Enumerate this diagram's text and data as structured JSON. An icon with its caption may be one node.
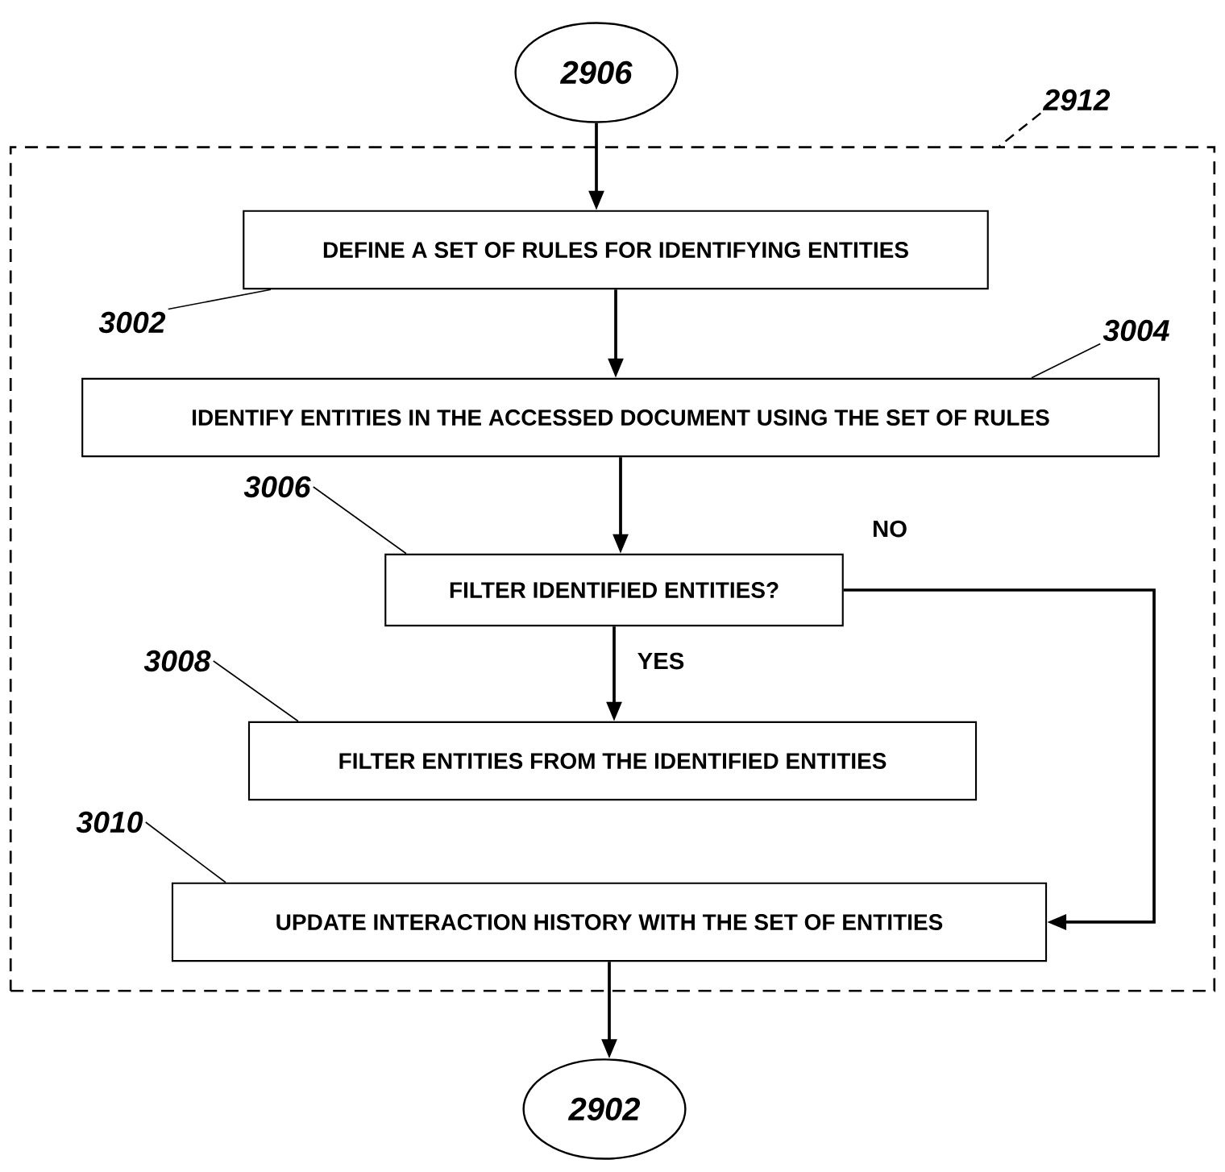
{
  "diagram": {
    "nodes": [
      {
        "text": [
          "2906"
        ]
      },
      {
        "text": [],
        "shape": "box"
      },
      {
        "text": [
          "2912"
        ]
      },
      {
        "text": [
          "3002"
        ],
        "in": 1
      },
      {
        "text": [
          "DEFINE A SET OF RULES FOR IDENTIFYING ENTITIES"
        ],
        "in": 1
      },
      {
        "text": [
          "3004"
        ],
        "in": 1
      },
      {
        "text": [
          "IDENTIFY ENTITIES IN THE ACCESSED DOCUMENT USING THE SET OF RULES"
        ],
        "in": 1
      },
      {
        "text": [
          "3006"
        ],
        "in": 1
      },
      {
        "text": [
          "FILTER IDENTIFIED ENTITIES?"
        ],
        "in": 1
      },
      {
        "text": [
          "3008"
        ],
        "in": 1
      },
      {
        "text": [
          "FILTER ENTITIES FROM THE IDENTIFIED ENTITIES"
        ],
        "in": 1
      },
      {
        "text": [
          "3010"
        ],
        "in": 1
      },
      {
        "text": [
          "UPDATE INTERACTION HISTORY WITH THE SET OF ENTITIES"
        ],
        "in": 1
      },
      {
        "text": [
          "2902"
        ]
      }
    ],
    "edges": [
      {
        "from": 0,
        "to": 4,
        "arrow": "to"
      },
      {
        "from": 4,
        "to": 6,
        "arrow": "to"
      },
      {
        "from": 6,
        "to": 8,
        "arrow": "to"
      },
      {
        "from": 8,
        "to": 10,
        "arrow": "to",
        "label": "YES"
      },
      {
        "from": 8,
        "to": 12,
        "arrow": "to",
        "label": "NO"
      },
      {
        "from": 12,
        "to": 13,
        "arrow": "to"
      },
      {
        "from": 2,
        "to": 1,
        "arrow": "none",
        "style": "dashed"
      },
      {
        "from": 3,
        "to": 4,
        "arrow": "none"
      },
      {
        "from": 5,
        "to": 6,
        "arrow": "none"
      },
      {
        "from": 7,
        "to": 8,
        "arrow": "none"
      },
      {
        "from": 9,
        "to": 10,
        "arrow": "none"
      },
      {
        "from": 11,
        "to": 12,
        "arrow": "none"
      }
    ]
  }
}
